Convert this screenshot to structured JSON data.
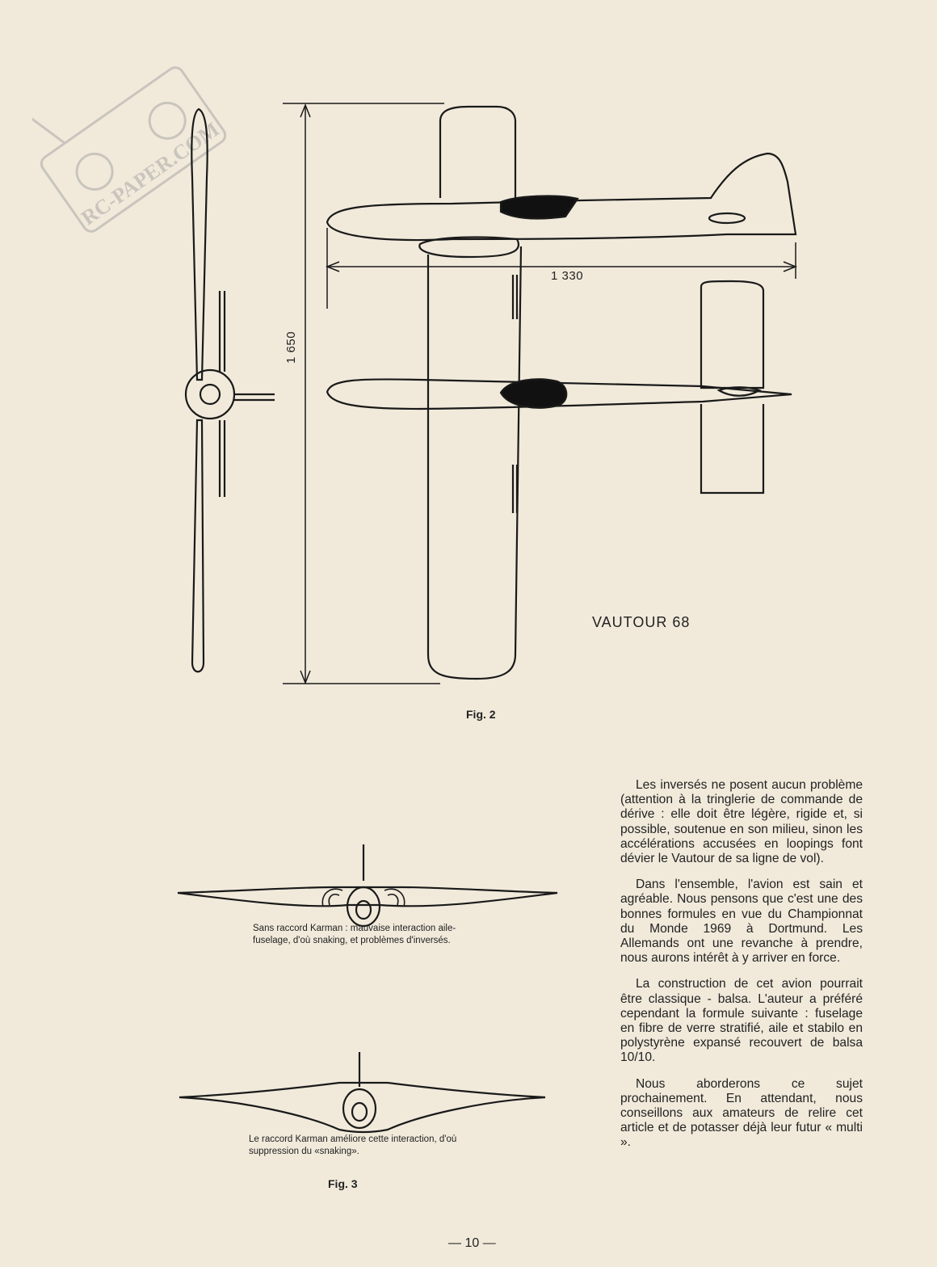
{
  "watermark": {
    "text": "RC-PAPER.COM"
  },
  "figure2": {
    "label": "Fig. 2",
    "model_name": "VAUTOUR 68",
    "dim_length": "1 330",
    "dim_span": "1 650"
  },
  "figure3": {
    "label": "Fig. 3",
    "caption_top": "Sans raccord Karman : mauvaise interaction aile-fuselage, d'où snaking, et problèmes d'inversés.",
    "caption_bottom": "Le raccord Karman améliore cette interaction, d'où suppression du «snaking»."
  },
  "article": {
    "paragraphs": [
      "Les inversés ne posent aucun problème (attention à la tringlerie de commande de dérive : elle doit être légère, rigide et, si possible, soutenue en son milieu, sinon les accélérations accusées en loopings font dévier le Vautour de sa ligne de vol).",
      "Dans l'ensemble, l'avion est sain et agréable. Nous pensons que c'est une des bonnes formules en vue du Championnat du Monde 1969 à Dortmund. Les Allemands ont une revanche à prendre, nous aurons intérêt à y arriver en force.",
      "La construction de cet avion pourrait être classique - balsa. L'auteur a préféré cependant la formule suivante : fuselage en fibre de verre stratifié, aile et stabilo en polystyrène expansé recouvert de balsa 10/10.",
      "Nous aborderons ce sujet prochainement. En attendant, nous conseillons aux amateurs de relire cet article et de potasser déjà leur futur « multi »."
    ]
  },
  "page_number": "— 10 —"
}
